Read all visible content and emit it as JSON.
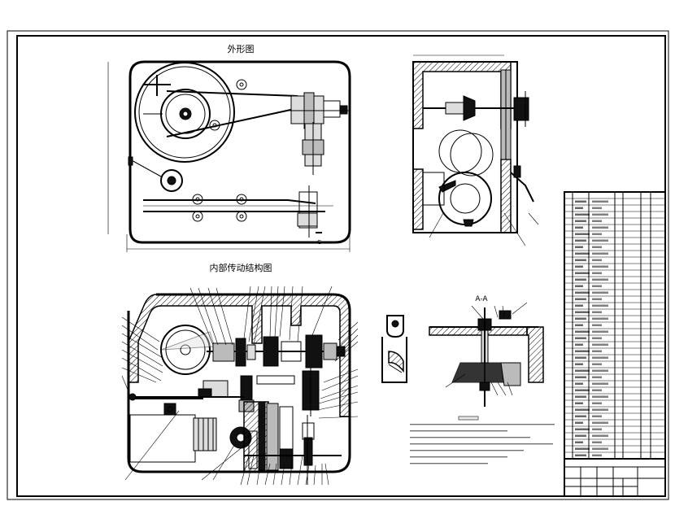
{
  "views": {
    "exterior_title": "外形图",
    "interior_title": "内部传动结构图",
    "section_title": "A-A",
    "section_mark": "C"
  },
  "colors": {
    "line": "#000000",
    "background": "#ffffff",
    "hatch": "#000000"
  }
}
